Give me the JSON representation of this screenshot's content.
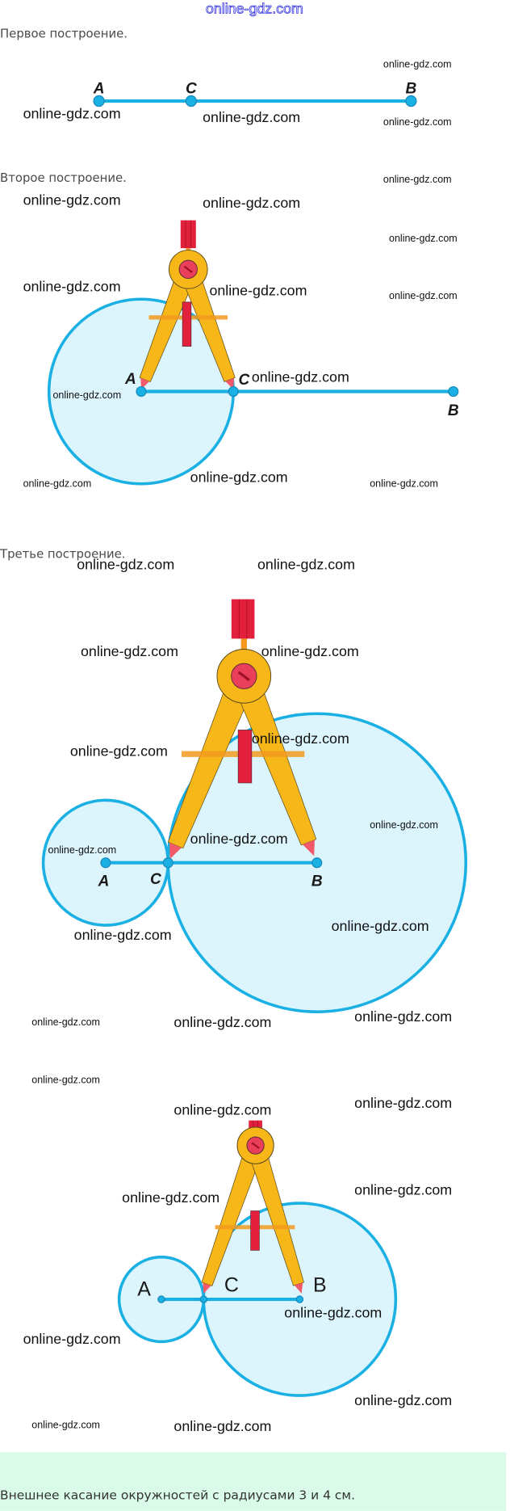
{
  "header": {
    "watermark": "online-gdz.com"
  },
  "watermark": "online-gdz.com",
  "sections": [
    {
      "title": "Первое построение."
    },
    {
      "title": "Второе построение."
    },
    {
      "title": "Третье построение."
    }
  ],
  "points": {
    "a": "A",
    "b": "B",
    "c": "C"
  },
  "answer": "Внешнее касание окружностей с радиусами 3 и 4 см.",
  "colors": {
    "line": "#1ab0e3",
    "circle_fill": "#dcf5fd",
    "compass": "#f7b718",
    "compass_red": "#e2203c",
    "crossbar": "#f39a1e",
    "answer_bg": "#dbfbea"
  }
}
